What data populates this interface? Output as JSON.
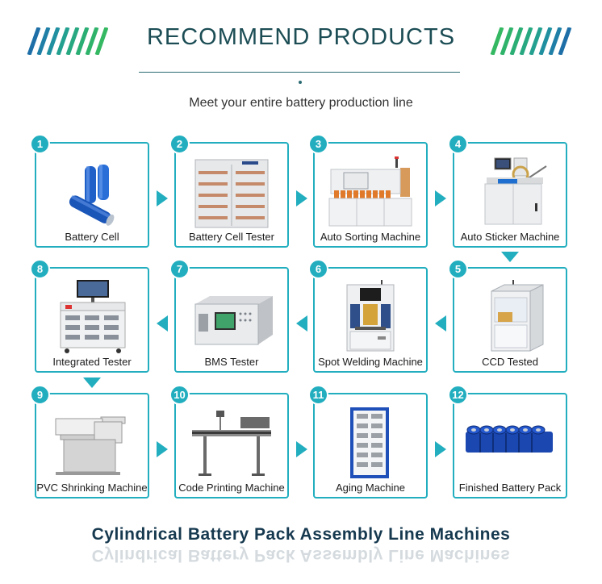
{
  "header": {
    "title": "RECOMMEND PRODUCTS",
    "subtitle": "Meet your entire battery production line"
  },
  "colors": {
    "accent": "#22aebf",
    "title": "#1c4d55",
    "stripe_blue": "#1e6fa8",
    "stripe_green": "#2fb36a",
    "footer": "#16394f"
  },
  "steps": [
    {
      "number": "1",
      "label": "Battery Cell",
      "icon": "battery-cell-icon"
    },
    {
      "number": "2",
      "label": "Battery Cell Tester",
      "icon": "cell-tester-cabinet-icon"
    },
    {
      "number": "3",
      "label": "Auto Sorting Machine",
      "icon": "sorting-machine-icon"
    },
    {
      "number": "4",
      "label": "Auto Sticker Machine",
      "icon": "sticker-machine-icon"
    },
    {
      "number": "5",
      "label": "CCD Tested",
      "icon": "ccd-tester-icon"
    },
    {
      "number": "6",
      "label": "Spot Welding Machine",
      "icon": "spot-welder-icon"
    },
    {
      "number": "7",
      "label": "BMS Tester",
      "icon": "bms-tester-icon"
    },
    {
      "number": "8",
      "label": "Integrated Tester",
      "icon": "integrated-tester-icon"
    },
    {
      "number": "9",
      "label": "PVC Shrinking Machine",
      "icon": "shrink-machine-icon"
    },
    {
      "number": "10",
      "label": "Code Printing Machine",
      "icon": "code-printer-icon"
    },
    {
      "number": "11",
      "label": "Aging Machine",
      "icon": "aging-cabinet-icon"
    },
    {
      "number": "12",
      "label": "Finished Battery Pack",
      "icon": "battery-pack-icon"
    }
  ],
  "footer": {
    "caption": "Cylindrical Battery Pack Assembly Line Machines"
  }
}
